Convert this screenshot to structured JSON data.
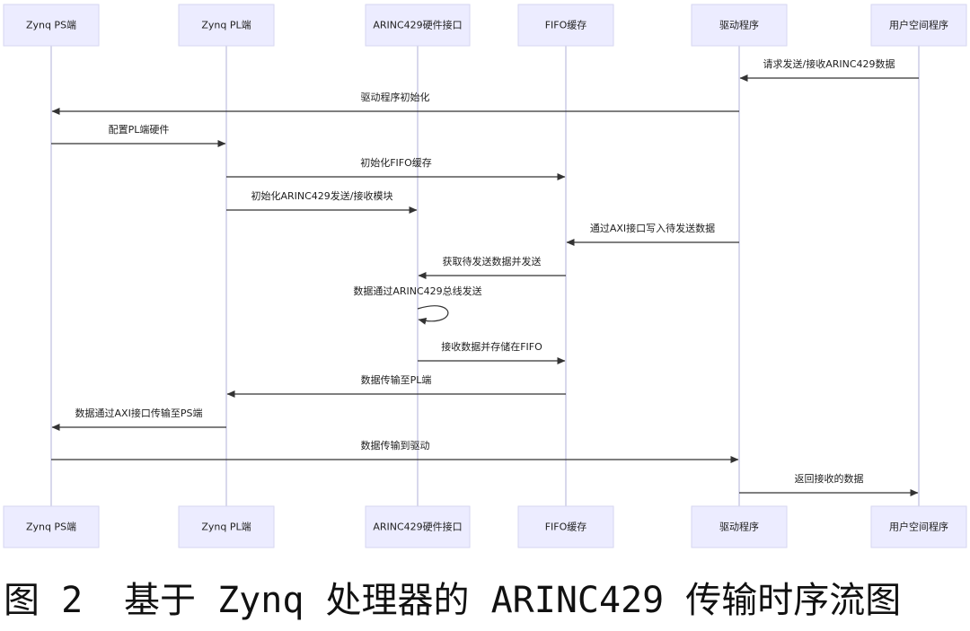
{
  "diagram": {
    "type": "sequence",
    "participants": [
      {
        "id": "ps",
        "label": "Zynq PS端"
      },
      {
        "id": "pl",
        "label": "Zynq PL端"
      },
      {
        "id": "arinc",
        "label": "ARINC429硬件接口"
      },
      {
        "id": "fifo",
        "label": "FIFO缓存"
      },
      {
        "id": "driver",
        "label": "驱动程序"
      },
      {
        "id": "user",
        "label": "用户空间程序"
      }
    ],
    "messages": [
      {
        "from": "user",
        "to": "driver",
        "label": "请求发送/接收ARINC429数据"
      },
      {
        "from": "driver",
        "to": "ps",
        "label": "驱动程序初始化"
      },
      {
        "from": "ps",
        "to": "pl",
        "label": "配置PL端硬件"
      },
      {
        "from": "pl",
        "to": "fifo",
        "label": "初始化FIFO缓存"
      },
      {
        "from": "pl",
        "to": "arinc",
        "label": "初始化ARINC429发送/接收模块"
      },
      {
        "from": "driver",
        "to": "fifo",
        "label": "通过AXI接口写入待发送数据"
      },
      {
        "from": "fifo",
        "to": "arinc",
        "label": "获取待发送数据并发送"
      },
      {
        "from": "arinc",
        "to": "arinc",
        "label": "数据通过ARINC429总线发送"
      },
      {
        "from": "arinc",
        "to": "fifo",
        "label": "接收数据并存储在FIFO"
      },
      {
        "from": "fifo",
        "to": "pl",
        "label": "数据传输至PL端"
      },
      {
        "from": "pl",
        "to": "ps",
        "label": "数据通过AXI接口传输至PS端"
      },
      {
        "from": "ps",
        "to": "driver",
        "label": "数据传输到驱动"
      },
      {
        "from": "driver",
        "to": "user",
        "label": "返回接收的数据"
      }
    ]
  },
  "caption": {
    "figure_label": "图 2",
    "title": "基于 Zynq 处理器的 ARINC429 传输时序流图"
  }
}
